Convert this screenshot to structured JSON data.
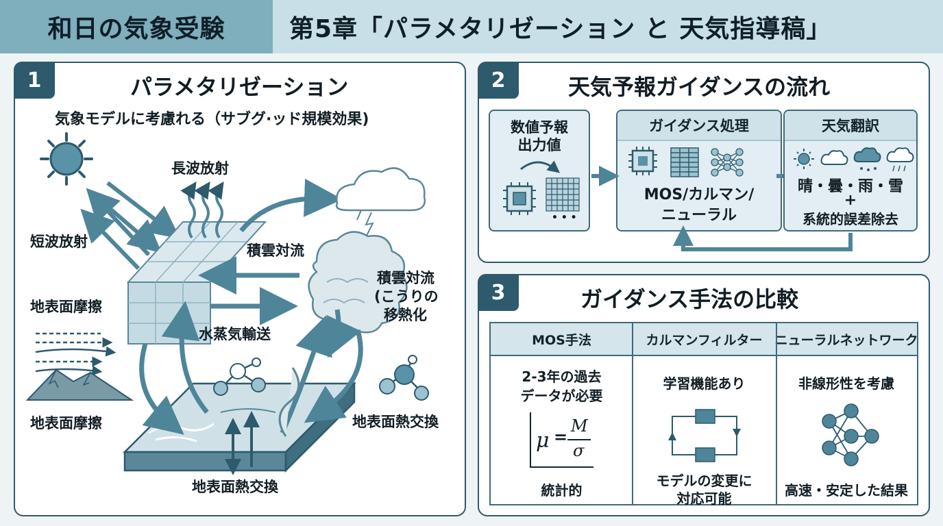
{
  "header": {
    "brand": "和日の気象受験",
    "title": "第5章「パラメタリゼーション と 天気指導稿」"
  },
  "panel1": {
    "number": "1",
    "title": "パラメタリゼーション",
    "subtitle": "気象モデルに考慮れる（サブグ·ッド規模効果)",
    "labels": {
      "longwave": "長波放射",
      "shortwave": "短波放射",
      "cumulus": "積雲対流",
      "cumulus_heat": "積雲対流",
      "cumulus_heat2": "(こうりの",
      "cumulus_heat3": "移熱化",
      "friction1": "地表面摩擦",
      "vapor": "水蒸気輸送",
      "friction2": "地表面摩擦",
      "heat_right": "地表面熱交換",
      "heat_bottom": "地表面熱交換"
    }
  },
  "panel2": {
    "number": "2",
    "title": "天気予報ガイダンスの流れ",
    "box1": {
      "line1": "数値予報",
      "line2": "出力値",
      "dots": "• • •"
    },
    "box2": {
      "header": "ガイダンス処理",
      "line1": "MOS/カルマン/",
      "line2": "ニューラル"
    },
    "box3": {
      "header": "天気翻訳",
      "weather": "晴・曇・雨・雪",
      "plus": "+",
      "line2": "系統的誤差除去"
    }
  },
  "panel3": {
    "number": "3",
    "title": "ガイダンス手法の比較",
    "columns": [
      {
        "header": "MOS手法",
        "top1": "2-3年の過去",
        "top2": "データが必要",
        "bottom": "統計的"
      },
      {
        "header": "カルマンフィルター",
        "top1": "学習機能あり",
        "bottom1": "モデルの変更に",
        "bottom2": "対応可能"
      },
      {
        "header": "ニューラルネットワーク",
        "top1": "非線形性を考慮",
        "bottom": "高速・安定した結果"
      }
    ],
    "formula": {
      "mu": "μ",
      "eq": "=",
      "num": "M",
      "den": "σ"
    }
  },
  "icons": {
    "sun": "sun-icon",
    "cloud": "cloud-icon",
    "chip": "chip-icon",
    "grid": "grid-icon",
    "network": "neural-network-icon",
    "molecule": "molecule-icon",
    "mountain": "mountain-icon",
    "wind": "wind-icon"
  },
  "colors": {
    "accent": "#2d5a6c",
    "arrow": "#4e8599",
    "header_left": "#7faebd",
    "header_right": "#c8dfe7",
    "box_fill": "#e2eef3"
  }
}
